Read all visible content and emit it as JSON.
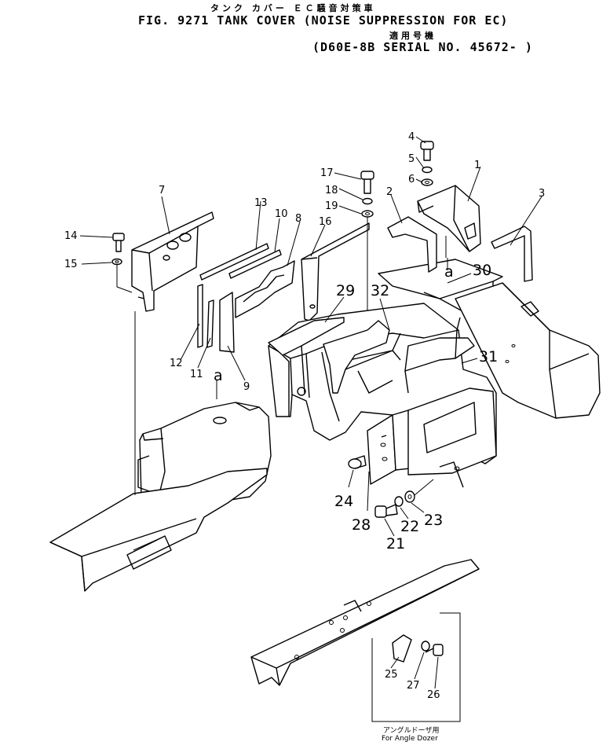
{
  "title": {
    "jp_line": "タンク カバー  ＥＣ騒音対策車",
    "fig_line": "FIG. 9271  TANK COVER (NOISE SUPPRESSION FOR EC)",
    "applicable_jp": "適用号機",
    "serial_line": "(D60E-8B SERIAL NO. 45672- )"
  },
  "inset": {
    "jp_caption": "アングルドーザ用",
    "en_caption": "For Angle Dozer"
  },
  "callouts": [
    {
      "id": "c1",
      "label": "1"
    },
    {
      "id": "c2",
      "label": "2"
    },
    {
      "id": "c3",
      "label": "3"
    },
    {
      "id": "c4",
      "label": "4"
    },
    {
      "id": "c5",
      "label": "5"
    },
    {
      "id": "c6",
      "label": "6"
    },
    {
      "id": "c7",
      "label": "7"
    },
    {
      "id": "c8",
      "label": "8"
    },
    {
      "id": "c9",
      "label": "9"
    },
    {
      "id": "c10",
      "label": "10"
    },
    {
      "id": "c11",
      "label": "11"
    },
    {
      "id": "c12",
      "label": "12"
    },
    {
      "id": "c13",
      "label": "13"
    },
    {
      "id": "c14",
      "label": "14"
    },
    {
      "id": "c15",
      "label": "15"
    },
    {
      "id": "c16",
      "label": "16"
    },
    {
      "id": "c17",
      "label": "17"
    },
    {
      "id": "c18",
      "label": "18"
    },
    {
      "id": "c19",
      "label": "19"
    },
    {
      "id": "c21",
      "label": "21"
    },
    {
      "id": "c22",
      "label": "22"
    },
    {
      "id": "c23",
      "label": "23"
    },
    {
      "id": "c24",
      "label": "24"
    },
    {
      "id": "c25",
      "label": "25"
    },
    {
      "id": "c26",
      "label": "26"
    },
    {
      "id": "c27",
      "label": "27"
    },
    {
      "id": "c28",
      "label": "28"
    },
    {
      "id": "c29",
      "label": "29"
    },
    {
      "id": "c30",
      "label": "30"
    },
    {
      "id": "c31",
      "label": "31"
    },
    {
      "id": "c32",
      "label": "32"
    },
    {
      "id": "ca1",
      "label": "a"
    },
    {
      "id": "ca2",
      "label": "a"
    }
  ]
}
